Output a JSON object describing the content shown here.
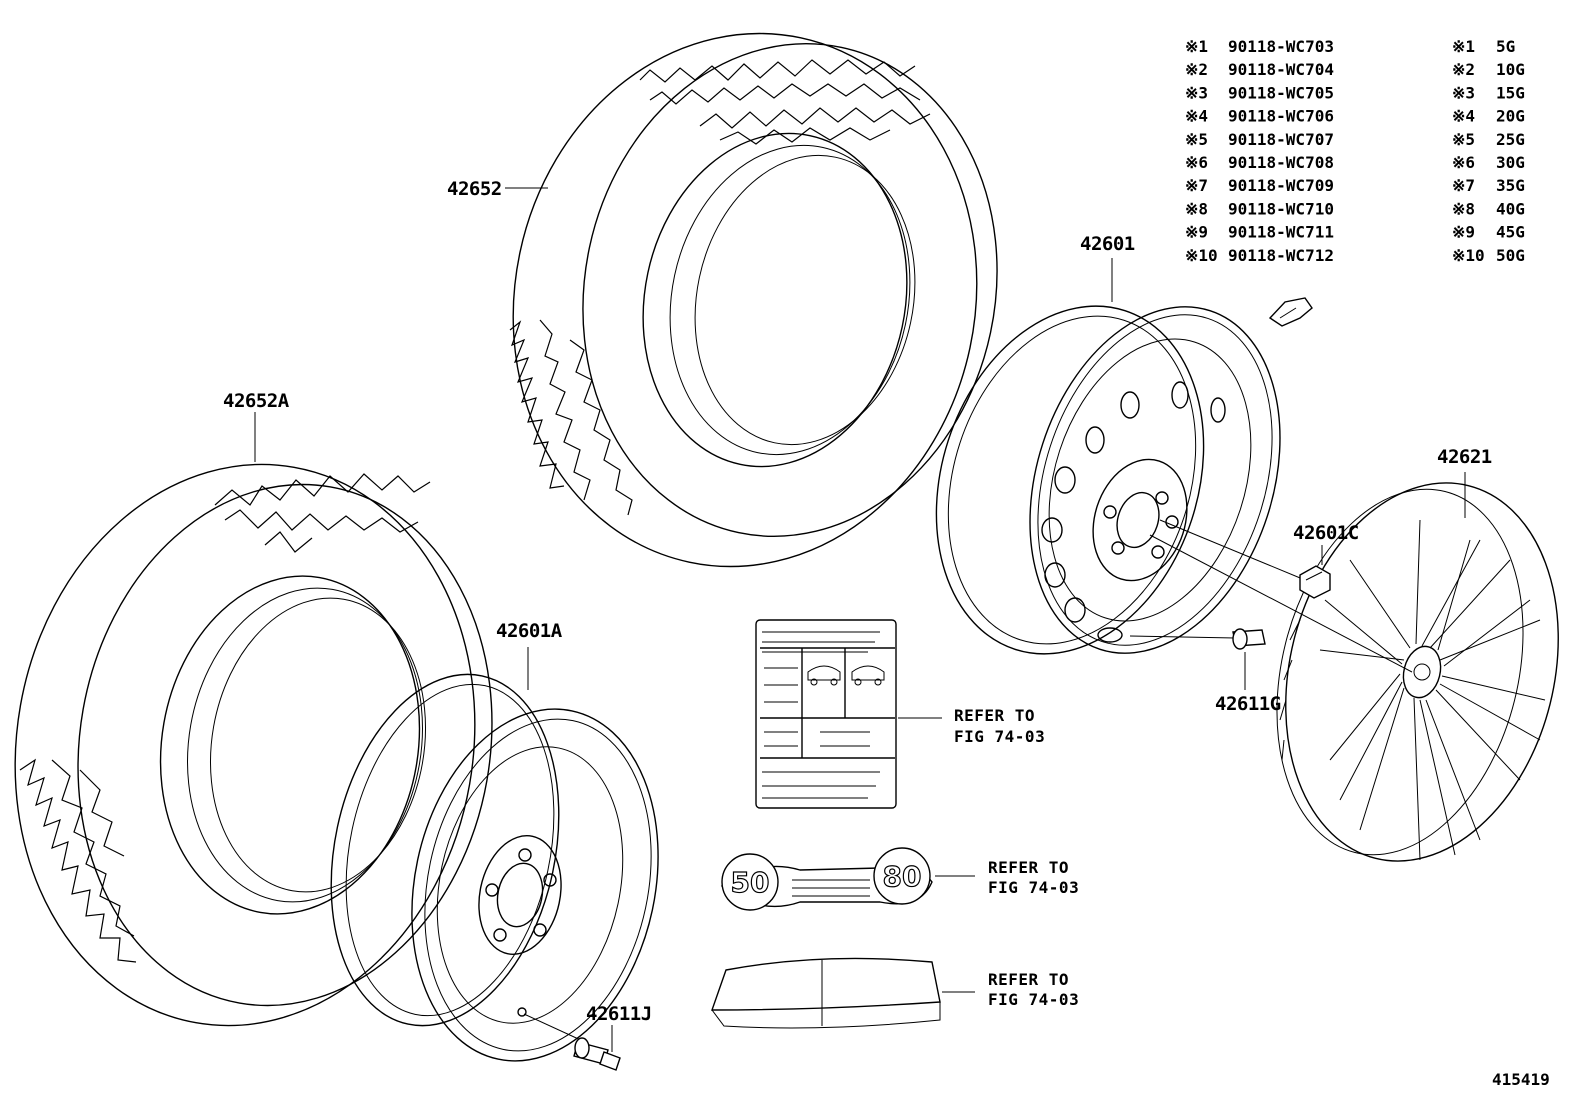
{
  "part_labels": {
    "tire_rear": "42652",
    "tire_front": "42652A",
    "steel_wheel": "42601",
    "alloy_wheel": "42601A",
    "hub_nut": "42601C",
    "wheel_cover": "42621",
    "valve_g": "42611G",
    "valve_j": "42611J"
  },
  "references": [
    {
      "line1": "REFER TO",
      "line2": "FIG 74-03"
    },
    {
      "line1": "REFER TO",
      "line2": "FIG 74-03"
    },
    {
      "line1": "REFER TO",
      "line2": "FIG 74-03"
    }
  ],
  "weights_table": {
    "rows": [
      {
        "mark": "※1",
        "part": "90118-WC703",
        "weight_mark": "※1",
        "weight": "5G"
      },
      {
        "mark": "※2",
        "part": "90118-WC704",
        "weight_mark": "※2",
        "weight": "10G"
      },
      {
        "mark": "※3",
        "part": "90118-WC705",
        "weight_mark": "※3",
        "weight": "15G"
      },
      {
        "mark": "※4",
        "part": "90118-WC706",
        "weight_mark": "※4",
        "weight": "20G"
      },
      {
        "mark": "※5",
        "part": "90118-WC707",
        "weight_mark": "※5",
        "weight": "25G"
      },
      {
        "mark": "※6",
        "part": "90118-WC708",
        "weight_mark": "※6",
        "weight": "30G"
      },
      {
        "mark": "※7",
        "part": "90118-WC709",
        "weight_mark": "※7",
        "weight": "35G"
      },
      {
        "mark": "※8",
        "part": "90118-WC710",
        "weight_mark": "※8",
        "weight": "40G"
      },
      {
        "mark": "※9",
        "part": "90118-WC711",
        "weight_mark": "※9",
        "weight": "45G"
      },
      {
        "mark": "※10",
        "part": "90118-WC712",
        "weight_mark": "※10",
        "weight": "50G"
      }
    ]
  },
  "label_badge": {
    "left": "50",
    "right": "80"
  },
  "figure_id": "415419",
  "icons": [
    "tire-icon",
    "wheel-icon",
    "wheel-cover-icon",
    "valve-icon",
    "nut-icon",
    "balance-weight-icon",
    "tire-label-icon",
    "speed-badge-icon"
  ]
}
